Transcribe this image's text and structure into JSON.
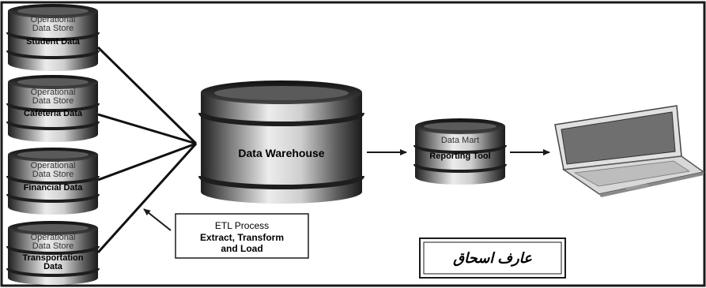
{
  "stores": [
    {
      "header_line1": "Operational",
      "header_line2": "Data Store",
      "label_line1": "Student Data",
      "label_line2": ""
    },
    {
      "header_line1": "Operational",
      "header_line2": "Data Store",
      "label_line1": "Cafeteria Data",
      "label_line2": ""
    },
    {
      "header_line1": "Operational",
      "header_line2": "Data Store",
      "label_line1": "Financial Data",
      "label_line2": ""
    },
    {
      "header_line1": "Operational",
      "header_line2": "Data Store",
      "label_line1": "Transportation",
      "label_line2": "Data"
    }
  ],
  "warehouse": {
    "label": "Data Warehouse"
  },
  "datamart": {
    "header": "Data Mart",
    "label": "Reporting Tool"
  },
  "etl": {
    "title": "ETL Process",
    "line1": "Extract, Transform",
    "line2": "and Load"
  },
  "signature": {
    "text": "عارف اسحاق"
  },
  "colors": {
    "border": "#1a1a1a",
    "cylinder_dark": "#2b2b2b",
    "cylinder_light": "#e6e6e6",
    "laptop_screen": "#6f6f6f"
  }
}
